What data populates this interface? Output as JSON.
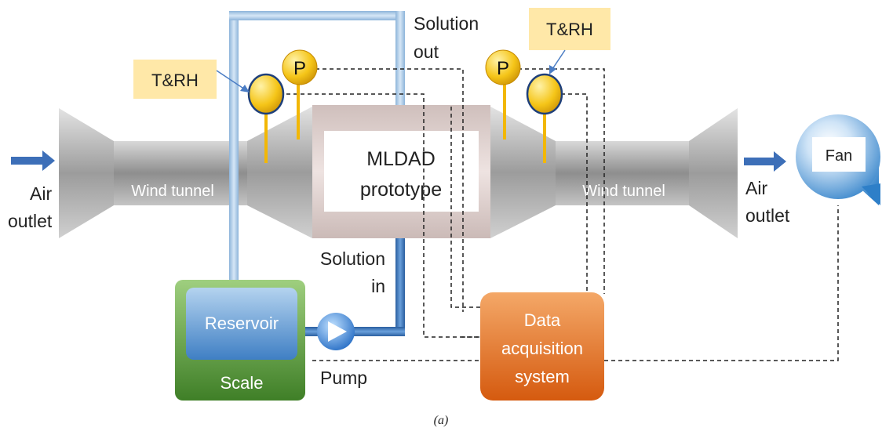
{
  "labels": {
    "air_outlet_left": [
      "Air",
      "outlet"
    ],
    "wind_tunnel_left": "Wind tunnel",
    "wind_tunnel_right": "Wind tunnel",
    "prototype": [
      "MLDAD",
      "prototype"
    ],
    "solution_out": [
      "Solution",
      "out"
    ],
    "solution_in": [
      "Solution",
      "in"
    ],
    "th_left": "T&RH",
    "th_right": "T&RH",
    "p_left": "P",
    "p_right": "P",
    "air_outlet_right": [
      "Air",
      "outlet"
    ],
    "fan": "Fan",
    "reservoir": "Reservoir",
    "scale": "Scale",
    "pump": "Pump",
    "daq": [
      "Data",
      "acquisition",
      "system"
    ],
    "caption": "(a)"
  },
  "colors": {
    "tunnel_gray": "#9a9a9a",
    "prototype_box": "#e2d4d1",
    "sensor_yellow": "#f5c518",
    "label_tag": "#ffe8a8",
    "arrow_blue": "#3d6fb8",
    "pipe_light": "#a9c8e6",
    "pipe_dark": "#3b78c0",
    "scale_green": "#5f9e40",
    "reservoir_blue": "#5b9bd5",
    "daq_orange": "#e56e1c",
    "fan_blue": "#2e7fc8"
  },
  "icons": [
    "right-arrow-icon",
    "pump-icon",
    "pressure-sensor-icon",
    "temperature-humidity-sensor-icon",
    "fan-icon"
  ]
}
